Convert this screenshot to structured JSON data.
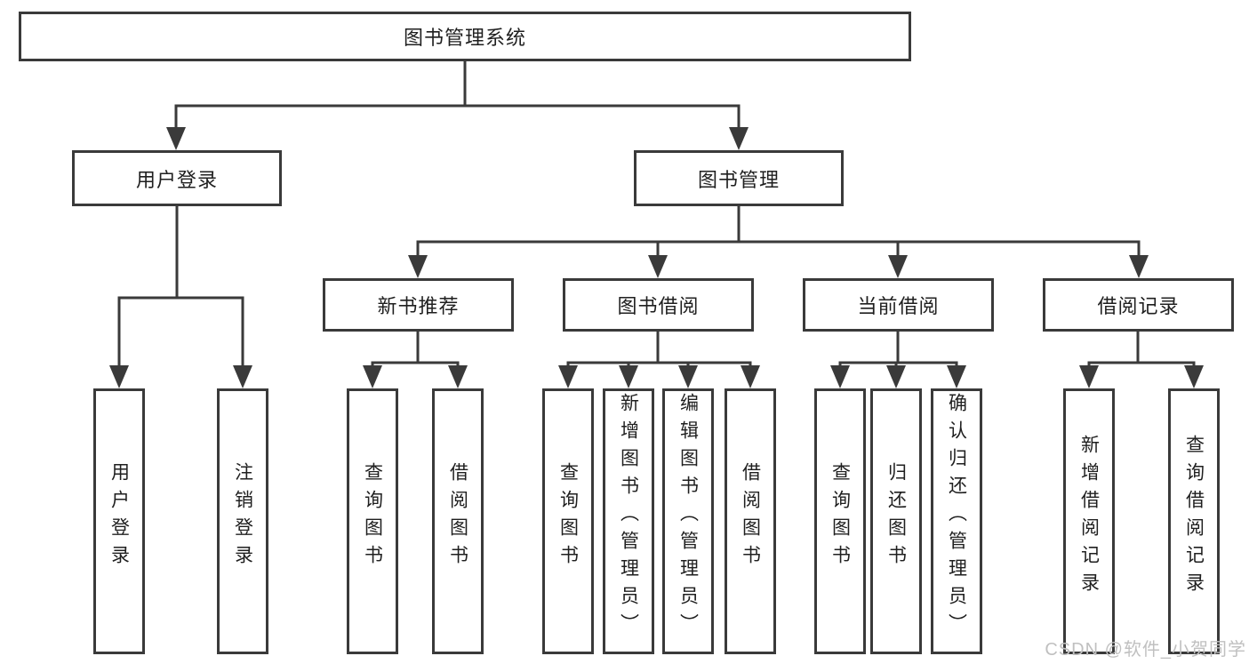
{
  "tree": {
    "label": "图书管理系统",
    "children": [
      {
        "label": "用户登录",
        "children": [
          {
            "label": "用户登录"
          },
          {
            "label": "注销登录"
          }
        ]
      },
      {
        "label": "图书管理",
        "children": [
          {
            "label": "新书推荐",
            "children": [
              {
                "label": "查询图书"
              },
              {
                "label": "借阅图书"
              }
            ]
          },
          {
            "label": "图书借阅",
            "children": [
              {
                "label": "查询图书"
              },
              {
                "label": "新增图书（管理员）"
              },
              {
                "label": "编辑图书（管理员）"
              },
              {
                "label": "借阅图书"
              }
            ]
          },
          {
            "label": "当前借阅",
            "children": [
              {
                "label": "查询图书"
              },
              {
                "label": "归还图书"
              },
              {
                "label": "确认归还（管理员）"
              }
            ]
          },
          {
            "label": "借阅记录",
            "children": [
              {
                "label": "新增借阅记录"
              },
              {
                "label": "查询借阅记录"
              }
            ]
          }
        ]
      }
    ]
  },
  "watermark": "CSDN @软件_小贺同学",
  "colors": {
    "line": "#3a3a3a",
    "text": "#1f1f1f",
    "background": "#ffffff",
    "watermark": "#c0c0c0"
  }
}
